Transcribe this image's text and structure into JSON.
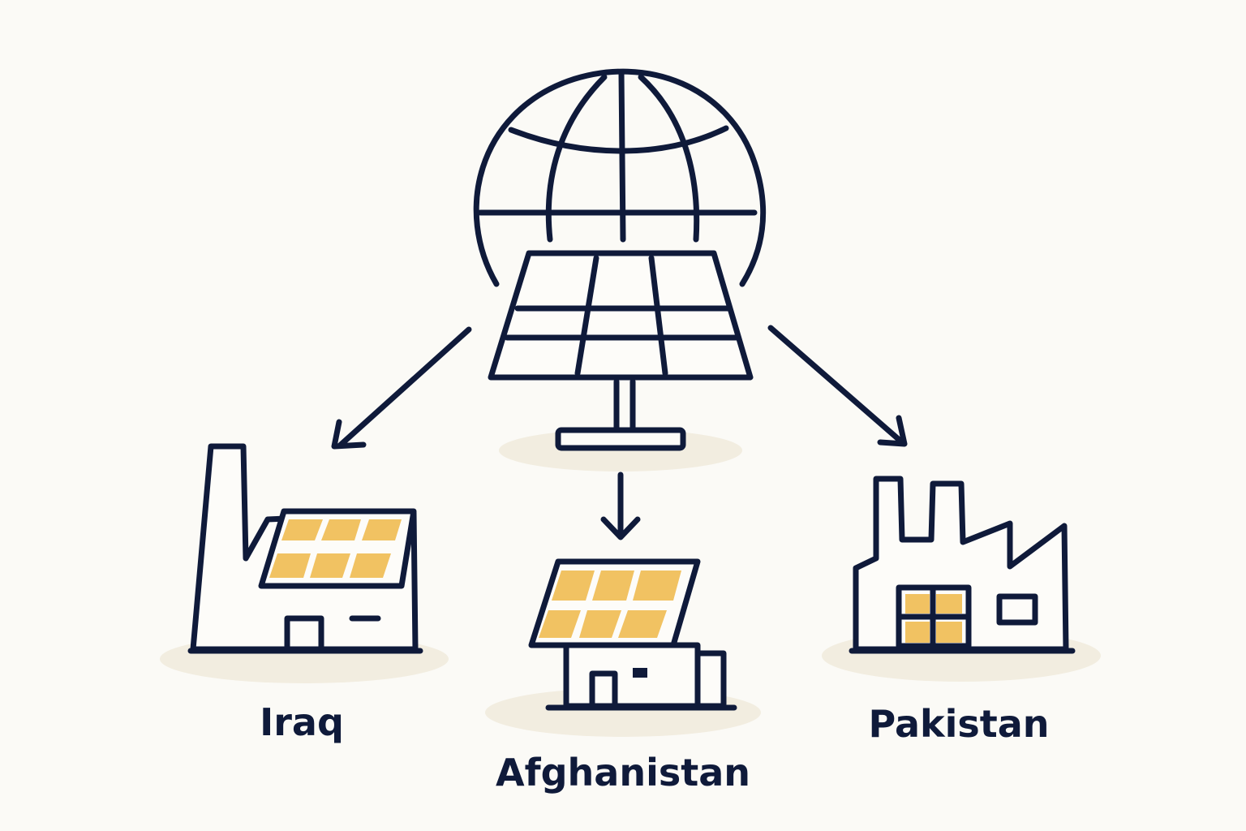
{
  "labels": {
    "left": "Iraq",
    "center": "Afghanistan",
    "right": "Pakistan"
  },
  "colors": {
    "background": "#fbfaf6",
    "stroke": "#0f1a3a",
    "panel": "#f1c262",
    "ground": "#f2ede0"
  },
  "icons": [
    "globe-icon",
    "solar-panel-icon",
    "arrow-icon",
    "factory-icon",
    "house-icon"
  ]
}
